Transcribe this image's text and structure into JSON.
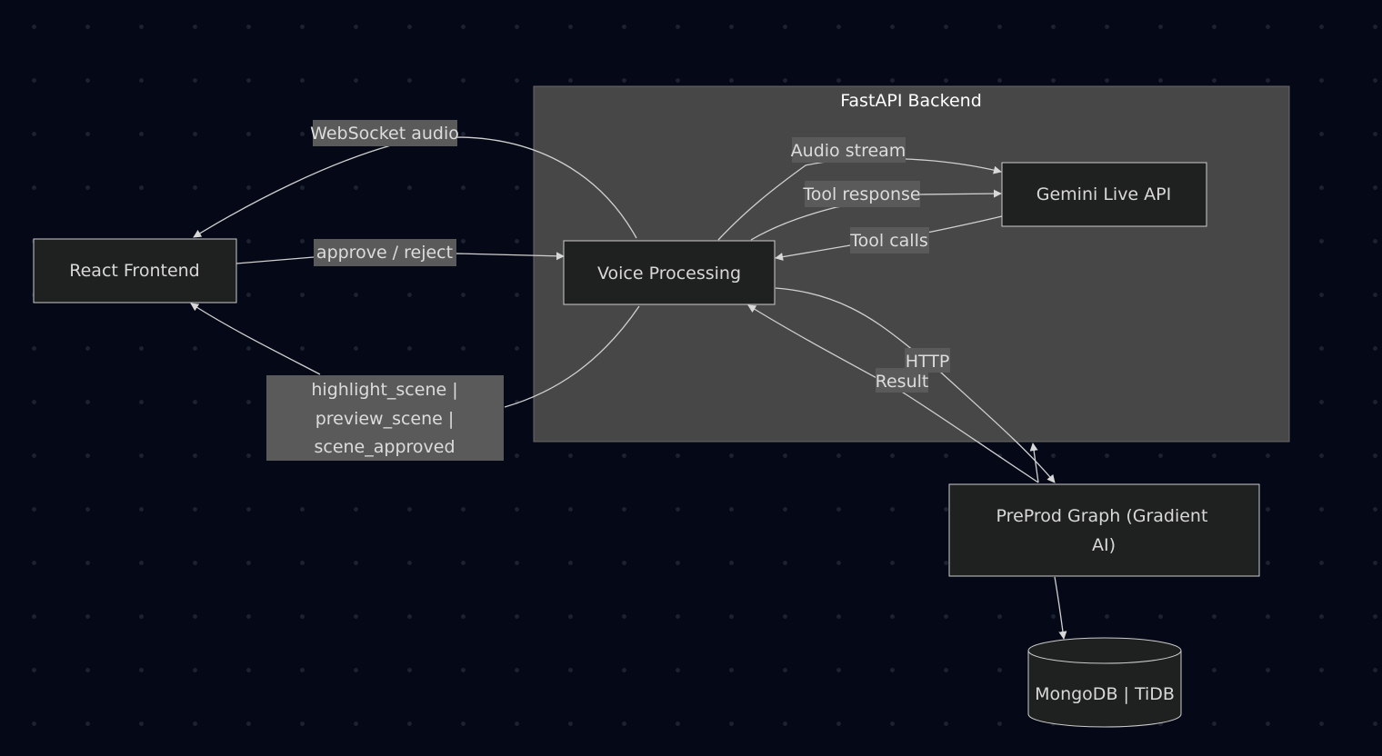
{
  "cluster": {
    "label": "FastAPI Backend"
  },
  "nodes": {
    "react_frontend": "React Frontend",
    "voice_processing": "Voice Processing",
    "gemini_live_api": "Gemini Live API",
    "preprod_graph_line1": "PreProd Graph (Gradient",
    "preprod_graph_line2": "AI)",
    "database": "MongoDB | TiDB"
  },
  "edges": {
    "websocket_audio": "WebSocket audio",
    "approve_reject": "approve / reject",
    "highlight_line1": "highlight_scene |",
    "highlight_line2": "preview_scene |",
    "highlight_line3": "scene_approved",
    "audio_stream": "Audio stream",
    "tool_response": "Tool response",
    "tool_calls": "Tool calls",
    "http": "HTTP",
    "result": "Result"
  },
  "colors": {
    "background": "#050816",
    "cluster_fill": "#474747",
    "node_fill": "#1f2020",
    "node_stroke": "#cccccc",
    "edge_label_bg": "#5a5a5a",
    "edge_stroke": "#d0d0d0"
  }
}
